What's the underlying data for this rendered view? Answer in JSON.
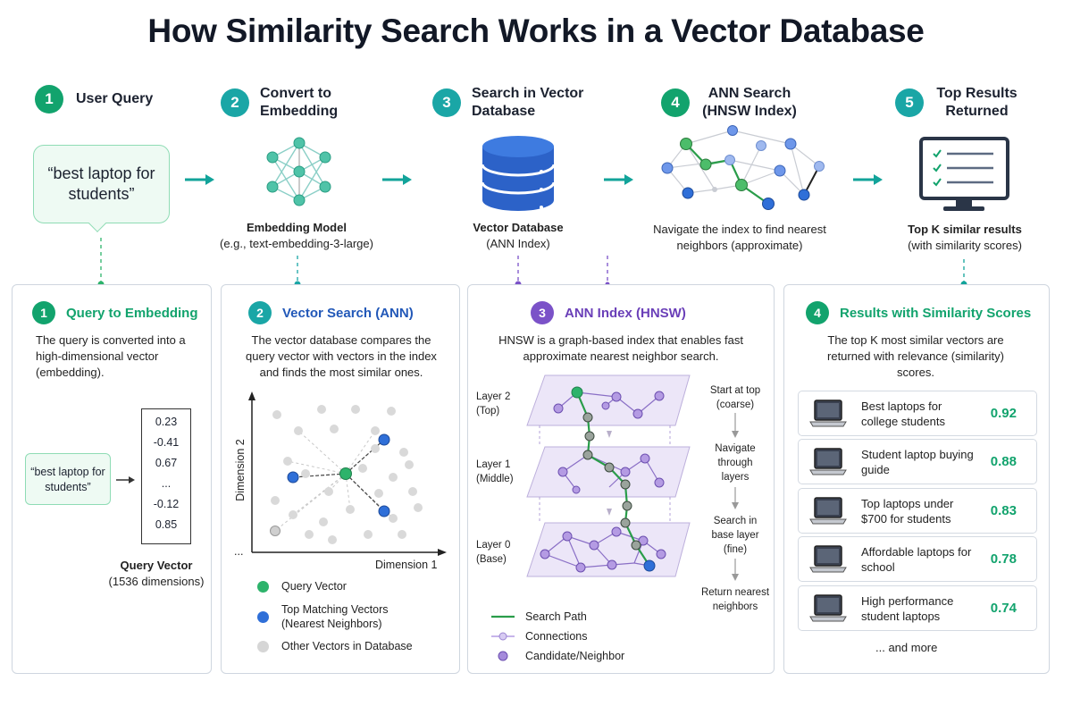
{
  "title": "How Similarity Search Works in a Vector Database",
  "colors": {
    "green": "#12a36d",
    "teal": "#1aa6a6",
    "blue": "#2f6fd8",
    "purple": "#7b52c8",
    "vector_blue": "#2f6fd8"
  },
  "steps": [
    {
      "num": "1",
      "label": "User Query"
    },
    {
      "num": "2",
      "label": "Convert to Embedding"
    },
    {
      "num": "3",
      "label": "Search in Vector Database"
    },
    {
      "num": "4",
      "label": "ANN Search (HNSW Index)"
    },
    {
      "num": "5",
      "label": "Top Results Returned"
    }
  ],
  "top": {
    "query_text": "“best laptop for students”",
    "embedding_caption_title": "Embedding Model",
    "embedding_caption_sub": "(e.g., text-embedding-3-large)",
    "db_caption_title": "Vector Database",
    "db_caption_sub": "(ANN Index)",
    "ann_caption": "Navigate the index to find nearest neighbors (approximate)",
    "results_caption_title": "Top K similar results",
    "results_caption_sub": "(with similarity scores)"
  },
  "panel1": {
    "num": "1",
    "title": "Query to Embedding",
    "desc": "The query is converted into a high-dimensional vector (embedding).",
    "query_box": "“best laptop for students”",
    "vector_values": [
      "0.23",
      "-0.41",
      "0.67",
      "...",
      "-0.12",
      "0.85"
    ],
    "vector_label": "Query Vector",
    "vector_dims": "(1536 dimensions)"
  },
  "panel2": {
    "num": "2",
    "title": "Vector Search (ANN)",
    "desc": "The vector database compares the query vector with vectors in the index and finds the most similar ones.",
    "axis_y": "Dimension 2",
    "axis_x": "Dimension 1",
    "axis_origin": "...",
    "legend": [
      {
        "label": "Query Vector",
        "color": "#2db36b"
      },
      {
        "label": "Top Matching Vectors (Nearest Neighbors)",
        "color": "#2f6fd8"
      },
      {
        "label": "Other Vectors in Database",
        "color": "#d6d6d6"
      }
    ]
  },
  "panel3": {
    "num": "3",
    "title": "ANN Index (HNSW)",
    "desc": "HNSW is a graph-based index that enables fast approximate nearest neighbor search.",
    "layers": [
      "Layer 2 (Top)",
      "Layer 1 (Middle)",
      "Layer 0 (Base)"
    ],
    "side_steps": [
      "Start at top (coarse)",
      "Navigate through layers",
      "Search in base layer (fine)",
      "Return nearest neighbors"
    ],
    "legend": [
      {
        "label": "Search Path"
      },
      {
        "label": "Connections"
      },
      {
        "label": "Candidate/Neighbor"
      }
    ]
  },
  "panel4": {
    "num": "4",
    "title": "Results with Similarity Scores",
    "desc": "The top K most similar vectors are returned with relevance (similarity) scores.",
    "results": [
      {
        "text": "Best laptops for college students",
        "score": "0.92"
      },
      {
        "text": "Student laptop buying guide",
        "score": "0.88"
      },
      {
        "text": "Top laptops under $700 for students",
        "score": "0.83"
      },
      {
        "text": "Affordable laptops for school",
        "score": "0.78"
      },
      {
        "text": "High performance student laptops",
        "score": "0.74"
      }
    ],
    "more": "... and more"
  }
}
